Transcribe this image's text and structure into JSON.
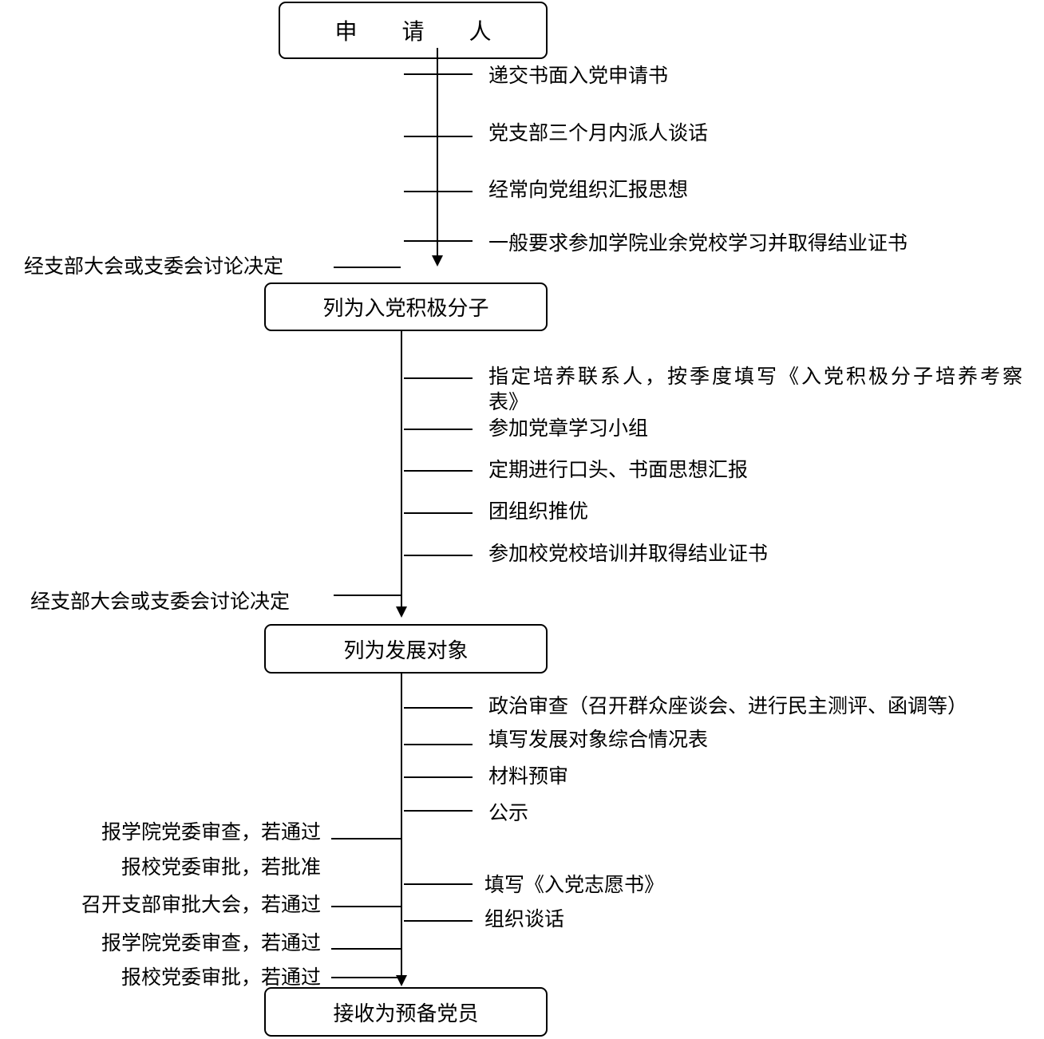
{
  "nodes": {
    "applicant": "申　　请　　人",
    "activist": "列为入党积极分子",
    "candidate": "列为发展对象",
    "probationary": "接收为预备党员"
  },
  "stage1": {
    "steps": [
      "递交书面入党申请书",
      "党支部三个月内派人谈话",
      "经常向党组织汇报思想",
      "一般要求参加学院业余党校学习并取得结业证书"
    ],
    "decision": "经支部大会或支委会讨论决定"
  },
  "stage2": {
    "steps": [
      "指定培养联系人，按季度填写《入党积极分子培养考察",
      "表》",
      "参加党章学习小组",
      "定期进行口头、书面思想汇报",
      "团组织推优",
      "参加校党校培训并取得结业证书"
    ],
    "decision": "经支部大会或支委会讨论决定"
  },
  "stage3": {
    "steps": [
      "政治审查（召开群众座谈会、进行民主测评、函调等）",
      "填写发展对象综合情况表",
      "材料预审",
      "公示",
      "填写《入党志愿书》",
      "组织谈话"
    ],
    "approvals": [
      "报学院党委审查，若通过",
      "报校党委审批，若批准",
      "召开支部审批大会，若通过",
      "报学院党委审查，若通过",
      "报校党委审批，若通过"
    ]
  }
}
